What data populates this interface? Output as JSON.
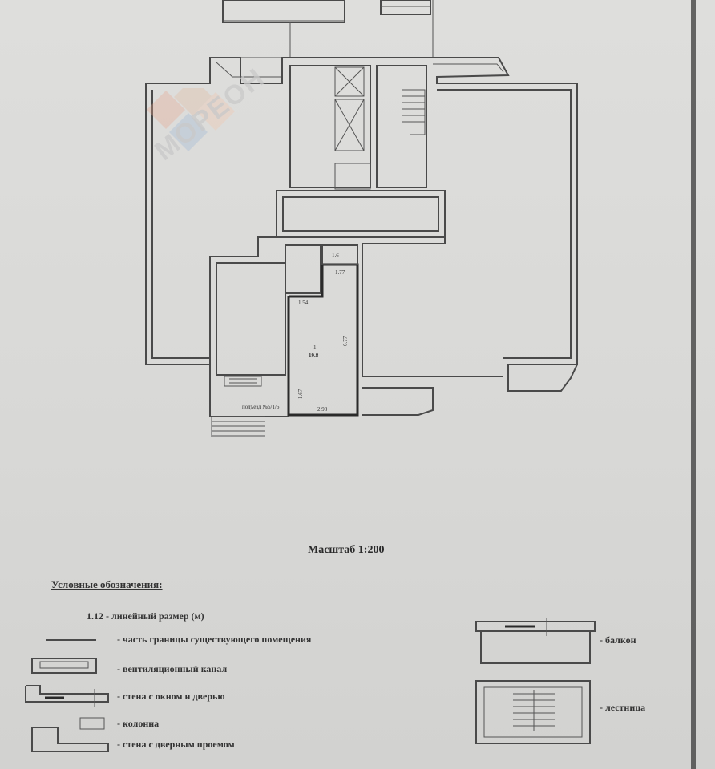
{
  "plan": {
    "labels": {
      "room_number": "1",
      "room_area": "19.8",
      "room_height": "6.77",
      "room_width_bottom": "2.98",
      "room_dim_left_top": "1.54",
      "room_dim_left_bottom": "1.67",
      "small_room_label": "1.6",
      "small_room_dim": "1.77",
      "entry_label": "подъезд №5/1/6"
    }
  },
  "watermark": {
    "text": "МОРЕОН",
    "colors": [
      "#e8a48c",
      "#e3b89c",
      "#9bb4d6",
      "#f4c4a8"
    ]
  },
  "scale": {
    "text": "Масштаб 1:200"
  },
  "legend": {
    "title": "Условные обозначения:",
    "items": {
      "linear_size": "1.12 - линейный размер (м)",
      "boundary": "- часть границы существующего помещения",
      "vent": "- вентиляционный канал",
      "wall_window_door": "- стена с окном и дверью",
      "column": "- колонна",
      "wall_doorway": "- стена с дверным проемом",
      "balcony": "- балкон",
      "stairs": "- лестница"
    }
  }
}
